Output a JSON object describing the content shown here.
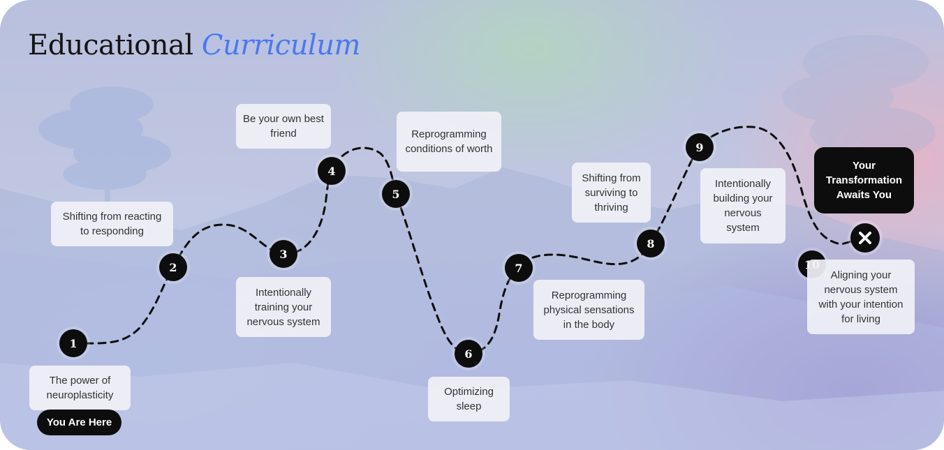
{
  "title": {
    "main": "Educational",
    "accent": "Curriculum"
  },
  "you_are_here": "You Are Here",
  "destination": "Your Transformation Awaits You",
  "destination_icon": "close-x-icon",
  "colors": {
    "accent": "#4a78f0",
    "node": "#0d0d0d",
    "label_bg": "#f0f0f6"
  },
  "steps": [
    {
      "number": "1",
      "label": "The power of neuroplasticity"
    },
    {
      "number": "2",
      "label": "Shifting from reacting to responding"
    },
    {
      "number": "3",
      "label": "Intentionally training your nervous system"
    },
    {
      "number": "4",
      "label": "Be your own best friend"
    },
    {
      "number": "5",
      "label": "Reprogramming conditions of worth"
    },
    {
      "number": "6",
      "label": "Optimizing sleep"
    },
    {
      "number": "7",
      "label": "Reprogramming physical sensations in the body"
    },
    {
      "number": "8",
      "label": "Shifting from surviving to thriving"
    },
    {
      "number": "9",
      "label": "Intentionally building your nervous system"
    },
    {
      "number": "10",
      "label": "Aligning your nervous system with your intention for living"
    }
  ]
}
